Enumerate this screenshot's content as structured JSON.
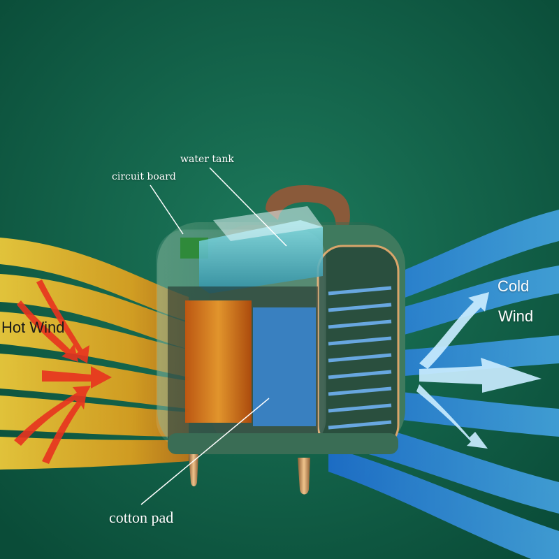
{
  "labels": {
    "water_tank": "water tank",
    "circuit_board": "circuit board",
    "hot_wind": "Hot Wind",
    "cold_wind_line1": "Cold",
    "cold_wind_line2": "Wind",
    "cotton_pad": "cotton pad"
  },
  "colors": {
    "background": "#0f5a44",
    "device_body": "#3f7a5e",
    "hot_stream": "#f6b21a",
    "hot_arrow": "#e8331f",
    "cold_stream": "#2e8fe6",
    "cold_arrow": "#bfe8ff",
    "water": "#49b6c4",
    "handle": "#8a5a3a",
    "legs": "#c89660"
  }
}
